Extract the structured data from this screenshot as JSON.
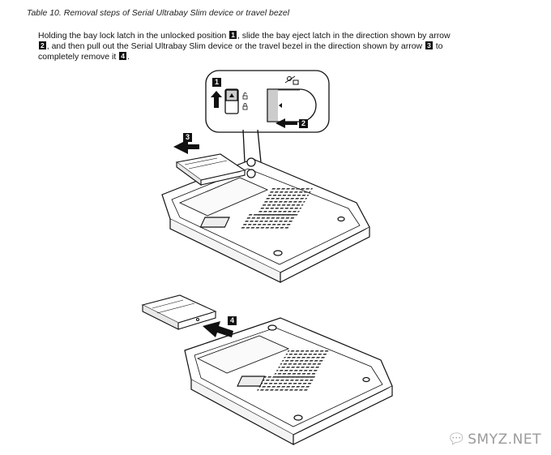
{
  "caption": "Table 10. Removal steps of Serial Ultrabay Slim device or travel bezel",
  "instructions": {
    "line1_a": "Holding the bay lock latch in the unlocked position",
    "badge1": "1",
    "line1_b": ", slide the bay eject latch in the direction shown by arrow",
    "badge2": "2",
    "line2_a": ", and then pull out the Serial Ultrabay Slim device or the travel bezel in the direction shown by arrow",
    "badge3": "3",
    "line2_b": "to",
    "line3_a": "completely remove it",
    "badge4": "4",
    "line3_b": "."
  },
  "callouts": {
    "c1": "1",
    "c2": "2",
    "c3": "3",
    "c4": "4"
  },
  "watermark": {
    "icon": "chat-bubble-icon",
    "text": "SMYZ.NET"
  }
}
